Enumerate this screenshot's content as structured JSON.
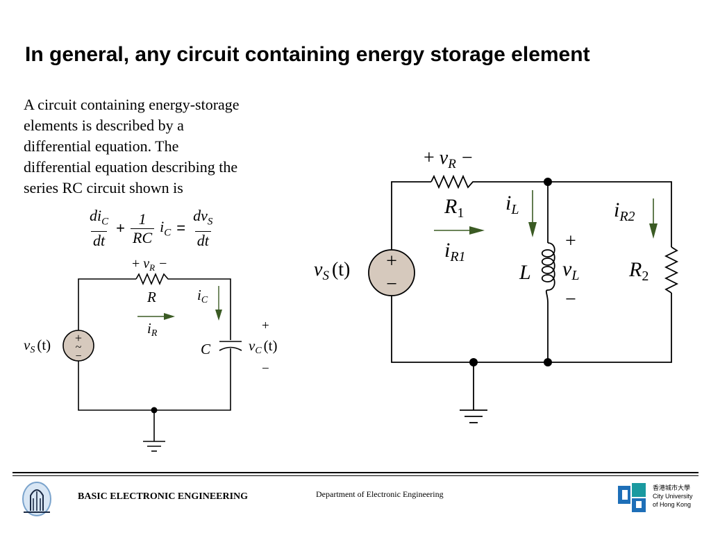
{
  "slide": {
    "title": "In general, any circuit containing energy storage element"
  },
  "description": {
    "lines": [
      "A circuit containing energy-storage",
      "elements is described by a",
      "differential equation. The",
      "differential equation describing the",
      "series RC circuit shown is"
    ]
  },
  "equation": {
    "lhs_num": "di",
    "lhs_num_sub": "C",
    "lhs_den": "dt",
    "plus": "+",
    "coef_num": "1",
    "coef_den": "RC",
    "term": "i",
    "term_sub": "C",
    "equals": "=",
    "rhs_num": "dv",
    "rhs_num_sub": "S",
    "rhs_den": "dt"
  },
  "rc_circuit": {
    "plus": "+",
    "minus": "−",
    "v_r": "v",
    "v_r_sub": "R",
    "r": "R",
    "i_c": "i",
    "i_c_sub": "C",
    "i_r": "i",
    "i_r_sub": "R",
    "v_s": "v",
    "v_s_sub": "S",
    "v_s_arg": "(t)",
    "c": "C",
    "v_c": "v",
    "v_c_sub": "C",
    "v_c_arg": "(t)",
    "source_plus": "+",
    "source_tilde": "~",
    "source_minus": "−",
    "colors": {
      "wire": "#000000",
      "source_fill": "#d6c9bd",
      "arrow": "#3b5b24"
    }
  },
  "rl_circuit": {
    "plus": "+",
    "minus": "−",
    "v_r": "v",
    "v_r_sub": "R",
    "r1": "R",
    "r1_sub": "1",
    "i_l": "i",
    "i_l_sub": "L",
    "i_r1": "i",
    "i_r1_sub": "R1",
    "i_r2": "i",
    "i_r2_sub": "R2",
    "l": "L",
    "v_l": "v",
    "v_l_sub": "L",
    "r2": "R",
    "r2_sub": "2",
    "v_s": "v",
    "v_s_sub": "S",
    "v_s_arg": "(t)",
    "source_plus": "+",
    "source_minus": "−",
    "colors": {
      "wire": "#000000",
      "source_fill": "#d6c9bd",
      "arrow": "#3b5b24"
    }
  },
  "footer": {
    "course": "BASIC ELECTRONIC ENGINEERING",
    "department": "Department of Electronic Engineering",
    "university_chinese": "香港城市大學",
    "university_lines": [
      "City University",
      "of Hong Kong"
    ],
    "colors": {
      "logo_blue": "#1e6fb8",
      "logo_teal": "#1a9aa0"
    }
  }
}
